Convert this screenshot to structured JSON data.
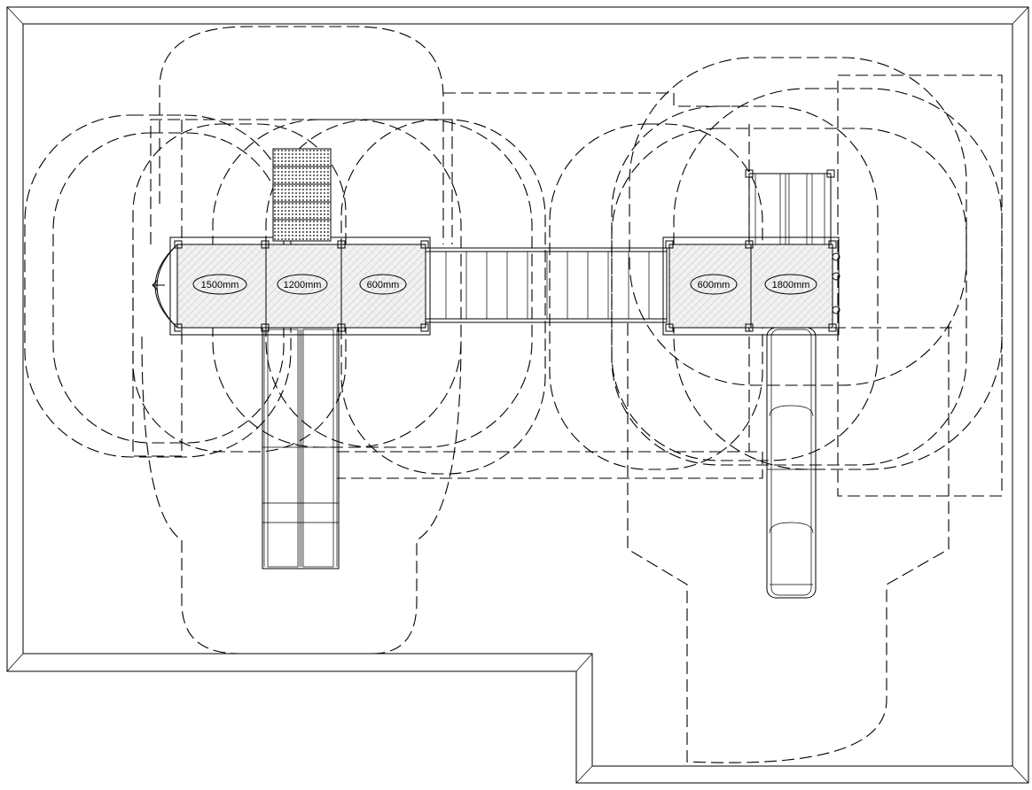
{
  "diagram": {
    "deck_labels": [
      "1500mm",
      "1200mm",
      "600mm",
      "600mm",
      "1800mm"
    ]
  }
}
